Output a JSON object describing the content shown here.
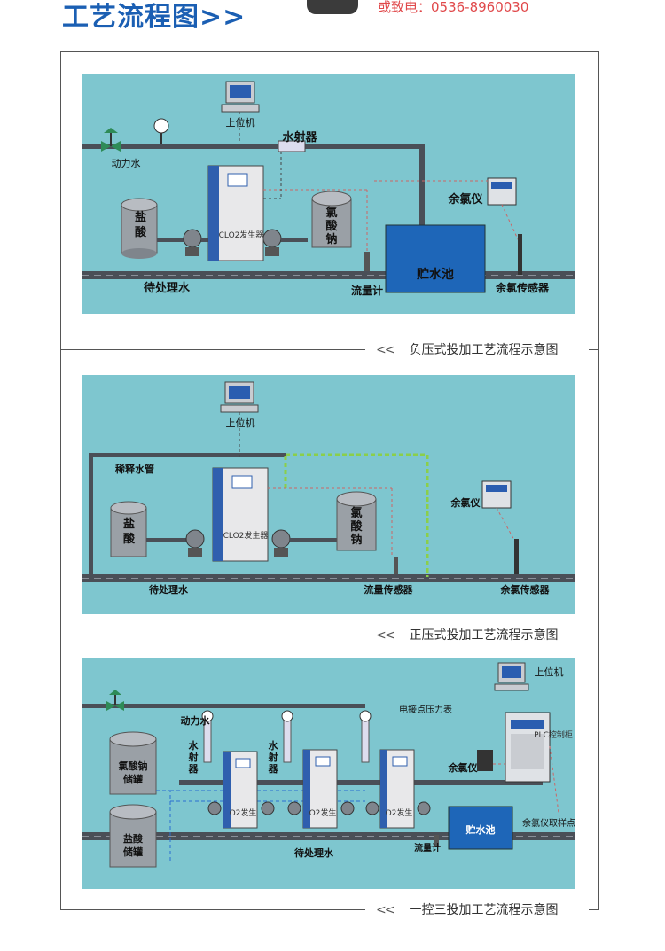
{
  "header": {
    "title": "工艺流程图>>",
    "contact": "或致电：0536-8960030"
  },
  "colors": {
    "title_blue": "#1b5fb3",
    "panel_bg": "#7ec6cf",
    "pipe": "#4a4f57",
    "tank": "#9aa0a6",
    "pool": "#1e66b8",
    "contact_red": "#e0484a"
  },
  "diagrams": [
    {
      "caption": "负压式投加工艺流程示意图",
      "labels": {
        "computer": "上位机",
        "ejector": "水射器",
        "motive_water": "动力水",
        "acid_tank": "盐\n酸",
        "generator": "CLO2发生器",
        "chlorate_tank": "氯\n酸\n钠",
        "residual_meter": "余氯仪",
        "pool": "贮水池",
        "treated_water": "待处理水",
        "flowmeter": "流量计",
        "residual_sensor": "余氯传感器"
      }
    },
    {
      "caption": "正压式投加工艺流程示意图",
      "labels": {
        "computer": "上位机",
        "dilution_pipe": "稀释水管",
        "acid_tank": "盐\n酸",
        "generator": "CLO2发生器",
        "chlorate_tank": "氯\n酸\n钠",
        "residual_meter": "余氯仪",
        "treated_water": "待处理水",
        "flow_sensor": "流量传感器",
        "residual_sensor": "余氯传感器"
      }
    },
    {
      "caption": "一控三投加工艺流程示意图",
      "labels": {
        "computer": "上位机",
        "motive_water": "动力水",
        "pressure_gauge": "电接点压力表",
        "chlorate_tank": "氯酸钠\n储罐",
        "acid_tank": "盐酸\n储罐",
        "ejector": "水\n射\n器",
        "generator_1": "O2发生",
        "generator_2": "O2发生",
        "generator_3": "O2发生",
        "plc": "PLC控制柜",
        "residual_meter": "余氯仪",
        "pool": "贮水池",
        "sampling_point": "余氯仪取样点",
        "treated_water": "待处理水",
        "flowmeter": "流量计"
      }
    }
  ]
}
